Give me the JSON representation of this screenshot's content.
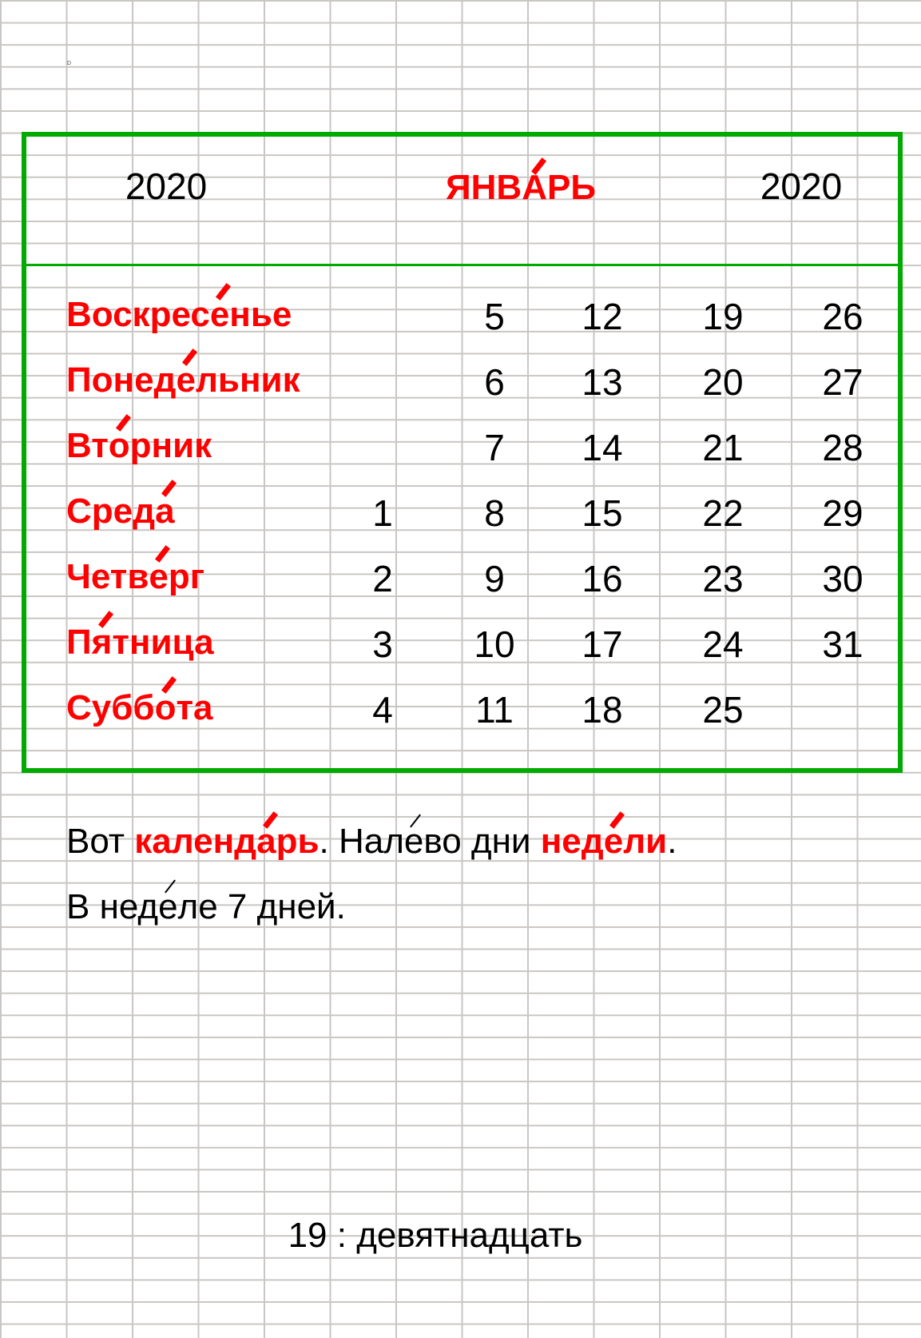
{
  "corner_mark": "D",
  "header": {
    "year_left": "2020",
    "month": {
      "pre": "ЯНВ",
      "stress": "А",
      "post": "РЬ"
    },
    "year_right": "2020"
  },
  "days": [
    {
      "pre": "Воскрес",
      "stress": "е",
      "post": "нье",
      "dates": [
        "",
        "5",
        "12",
        "19",
        "26"
      ]
    },
    {
      "pre": "Понед",
      "stress": "е",
      "post": "льник",
      "dates": [
        "",
        "6",
        "13",
        "20",
        "27"
      ]
    },
    {
      "pre": "Вт",
      "stress": "о",
      "post": "рник",
      "dates": [
        "",
        "7",
        "14",
        "21",
        "28"
      ]
    },
    {
      "pre": "Сред",
      "stress": "а",
      "post": "",
      "dates": [
        "1",
        "8",
        "15",
        "22",
        "29"
      ]
    },
    {
      "pre": "Четв",
      "stress": "е",
      "post": "рг",
      "dates": [
        "2",
        "9",
        "16",
        "23",
        "30"
      ]
    },
    {
      "pre": "П",
      "stress": "я",
      "post": "тница",
      "dates": [
        "3",
        "10",
        "17",
        "24",
        "31"
      ]
    },
    {
      "pre": "Субб",
      "stress": "о",
      "post": "та",
      "dates": [
        "4",
        "11",
        "18",
        "25",
        ""
      ]
    }
  ],
  "sentence1": {
    "w1": "Вот ",
    "w2": {
      "pre": "календ",
      "stress": "а",
      "post": "рь"
    },
    "w3": ". Нал",
    "w3_stress": "е",
    "w3_post": "во дни ",
    "w4": {
      "pre": "нед",
      "stress": "е",
      "post": "ли"
    },
    "end": "."
  },
  "sentence2": {
    "pre": "В нед",
    "stress": "е",
    "post": "ле 7 дней."
  },
  "footer": "19 : девятнадцать",
  "colors": {
    "frame": "#00aa00",
    "accent": "#ff0000",
    "grid": "#c9c6c3"
  }
}
